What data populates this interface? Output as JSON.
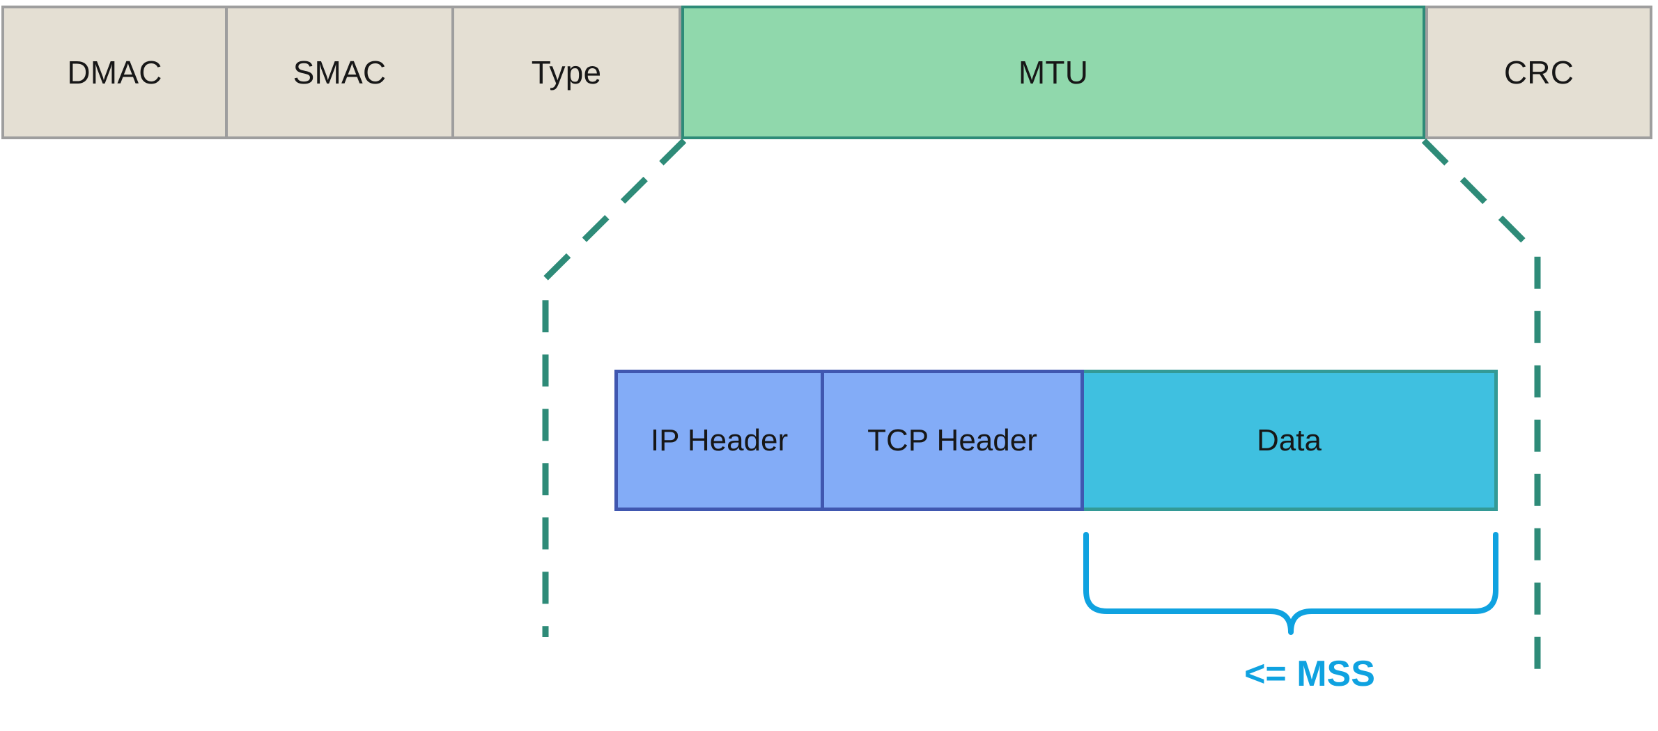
{
  "diagram": {
    "title": "Ethernet frame MTU and TCP MSS relationship",
    "colors": {
      "beige_fill": "#E4DFD3",
      "beige_border": "#9E9E9E",
      "mtu_fill": "#90D8AC",
      "mtu_border": "#2E8B78",
      "header_fill": "#83ACF7",
      "header_border": "#4057B0",
      "data_fill": "#3FC0E0",
      "data_border": "#339A96",
      "connector": "#2E8B78",
      "brace": "#0FA2E0",
      "text": "#171717",
      "background": "#FFFFFF"
    },
    "frame": {
      "name": "ethernet-frame",
      "fields": [
        {
          "label": "DMAC",
          "style": "beige"
        },
        {
          "label": "SMAC",
          "style": "beige"
        },
        {
          "label": "Type",
          "style": "beige"
        },
        {
          "label": "MTU",
          "style": "green"
        },
        {
          "label": "CRC",
          "style": "beige"
        }
      ]
    },
    "segment": {
      "name": "tcp-segment",
      "fields": [
        {
          "label": "IP Header",
          "style": "blue"
        },
        {
          "label": "TCP Header",
          "style": "blue"
        },
        {
          "label": "Data",
          "style": "cyan"
        }
      ]
    },
    "annotation": {
      "brace_label": "<= MSS",
      "brace_spans": "Data"
    },
    "connectors": {
      "left": "dashed-line-from-mtu-left-edge",
      "right": "dashed-line-from-mtu-right-edge"
    }
  }
}
